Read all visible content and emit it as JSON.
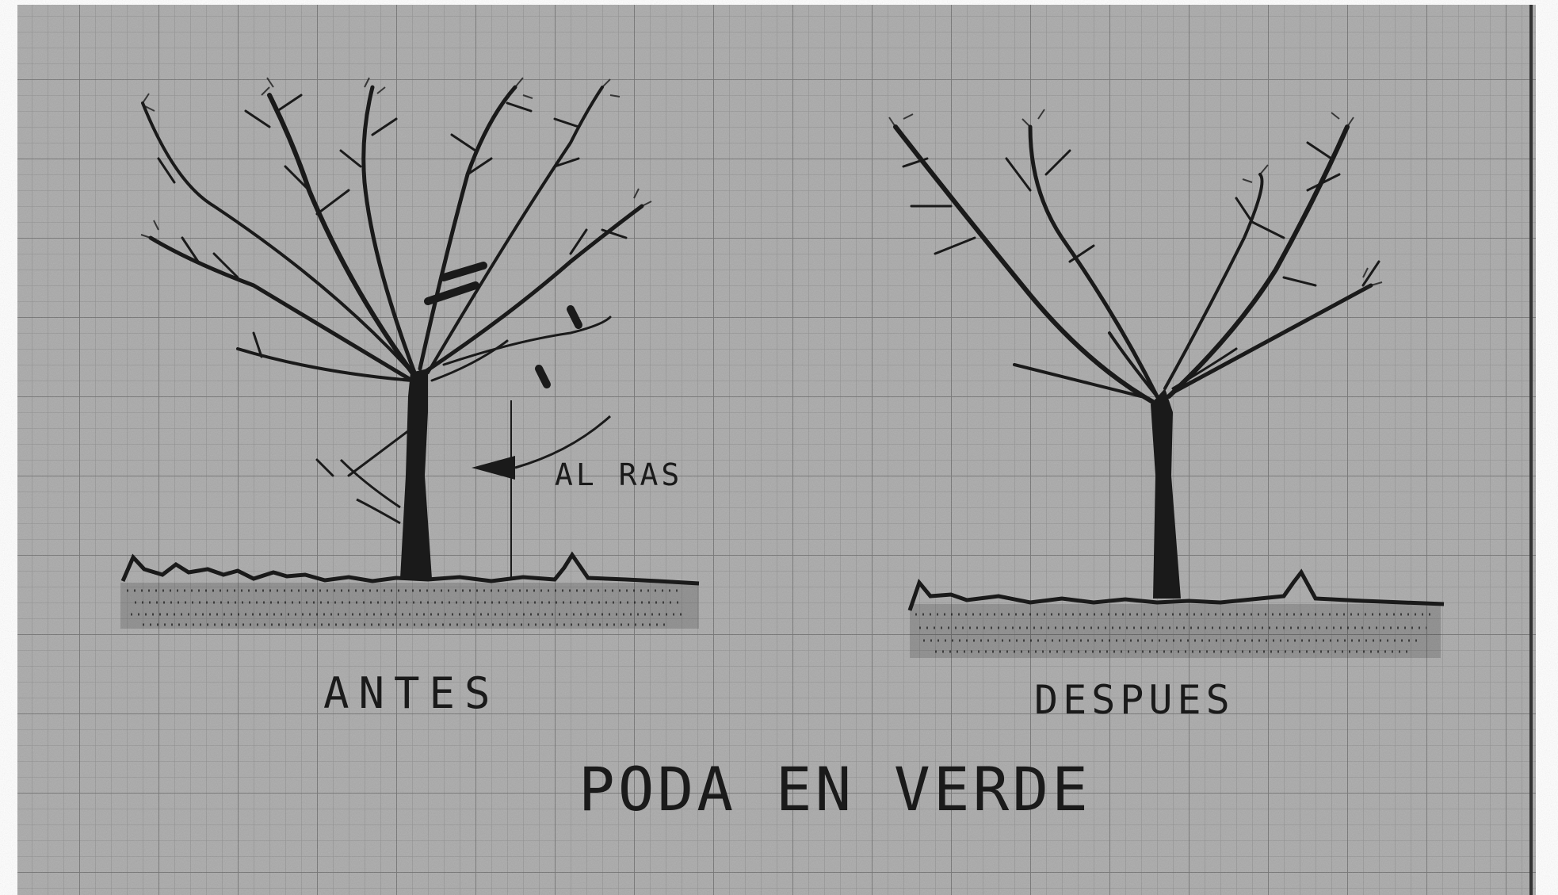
{
  "figure": {
    "title": "PODA EN VERDE",
    "panels": [
      {
        "label": "ANTES"
      },
      {
        "label": "DESPUES"
      }
    ],
    "annotation": "AL RAS"
  },
  "colors": {
    "paper": "#a9a9a9",
    "grid": "#6f6f6f",
    "ink": "#1a1a1a",
    "border": "#ffffff"
  },
  "icons": {
    "tree_before": "tree-before-icon",
    "tree_after": "tree-after-icon",
    "arrow": "arrow-icon"
  }
}
